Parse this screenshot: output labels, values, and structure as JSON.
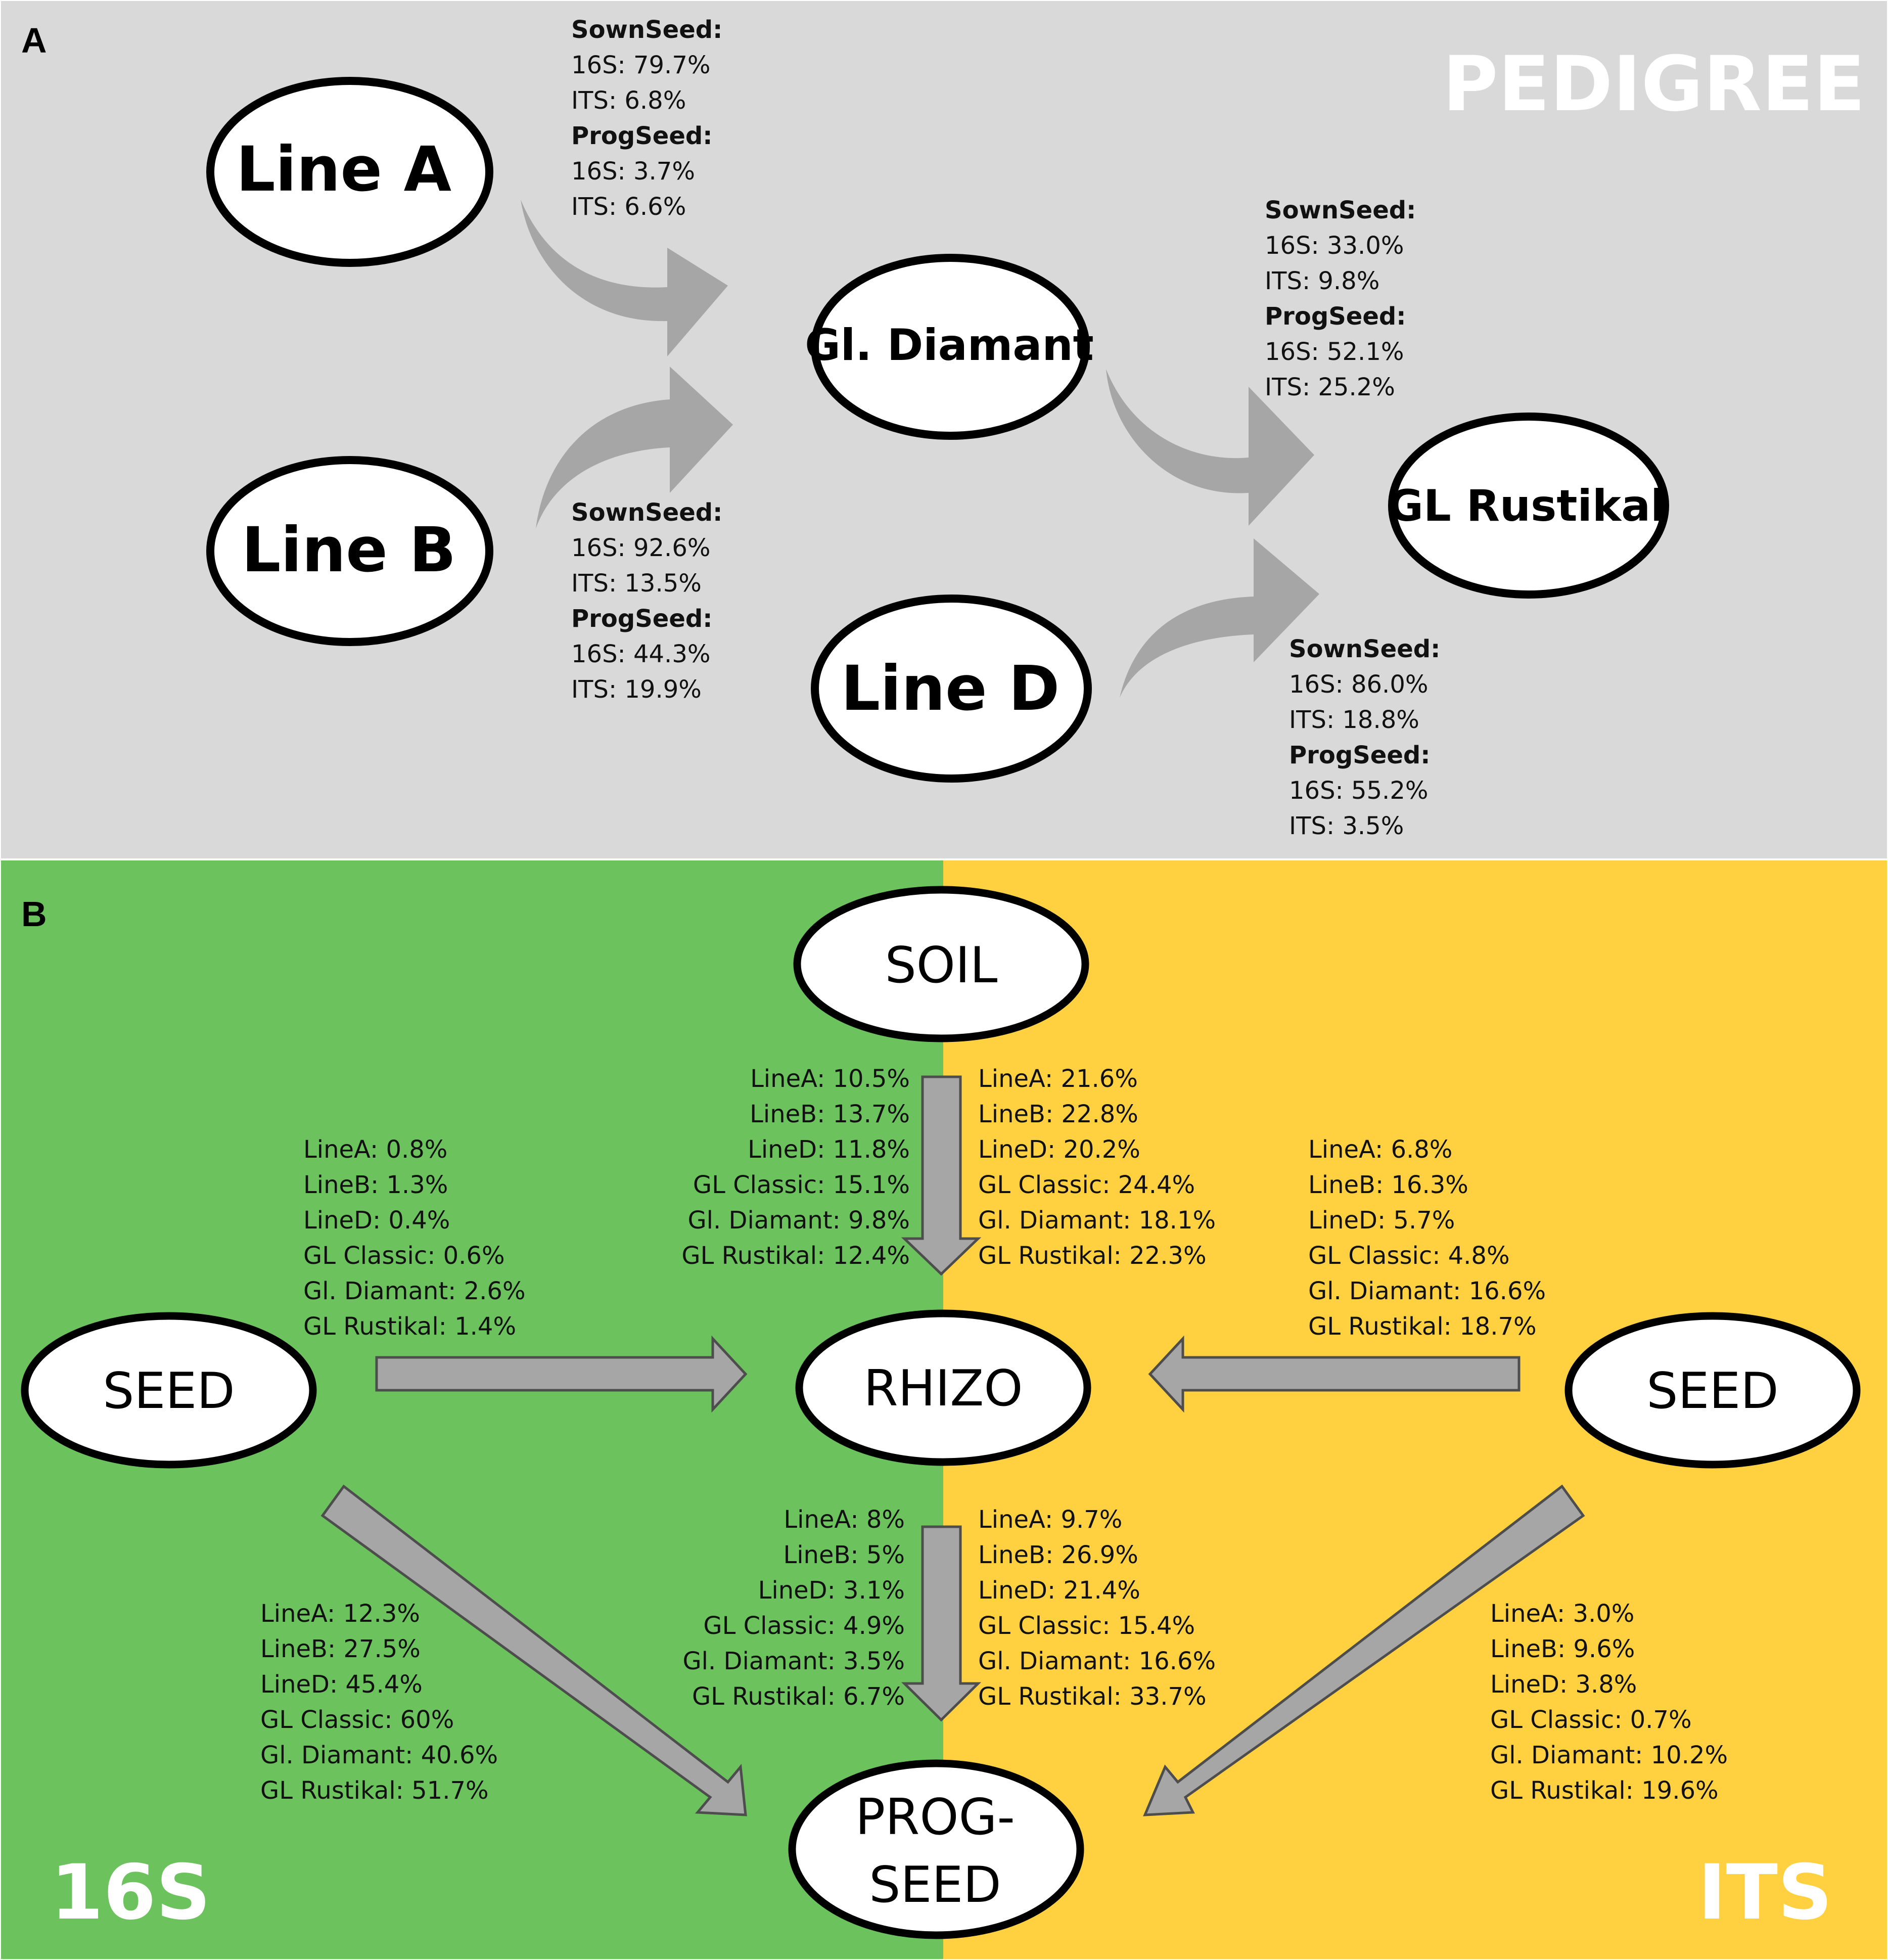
{
  "colors": {
    "panel_a_bg": "#d9d9d9",
    "green_bg": "#6cc35d",
    "yellow_bg": "#ffd141",
    "arrow_fill": "#a6a6a6",
    "node_fill": "#ffffff",
    "node_stroke": "#000000"
  },
  "panel_a": {
    "label": "A",
    "corner_title": "PEDIGREE",
    "nodes": {
      "line_a": "Line A",
      "line_b": "Line B",
      "gl_diamant": "Gl. Diamant",
      "line_d": "Line D",
      "gl_rustikal": "GL Rustikal"
    },
    "stats": {
      "line_a": {
        "sown_heading": "SownSeed:",
        "sown_16s": "16S: 79.7%",
        "sown_its": "ITS: 6.8%",
        "prog_heading": "ProgSeed:",
        "prog_16s": "16S: 3.7%",
        "prog_its": "ITS: 6.6%"
      },
      "line_b": {
        "sown_heading": "SownSeed:",
        "sown_16s": "16S: 92.6%",
        "sown_its": "ITS: 13.5%",
        "prog_heading": "ProgSeed:",
        "prog_16s": "16S: 44.3%",
        "prog_its": "ITS: 19.9%"
      },
      "gl_diamant": {
        "sown_heading": "SownSeed:",
        "sown_16s": "16S: 33.0%",
        "sown_its": "ITS: 9.8%",
        "prog_heading": "ProgSeed:",
        "prog_16s": "16S: 52.1%",
        "prog_its": "ITS: 25.2%"
      },
      "line_d": {
        "sown_heading": "SownSeed:",
        "sown_16s": "16S: 86.0%",
        "sown_its": "ITS: 18.8%",
        "prog_heading": "ProgSeed:",
        "prog_16s": "16S: 55.2%",
        "prog_its": "ITS: 3.5%"
      }
    }
  },
  "panel_b": {
    "label": "B",
    "corner_left": "16S",
    "corner_right": "ITS",
    "nodes": {
      "soil": "SOIL",
      "rhizo": "RHIZO",
      "seed_left": "SEED",
      "seed_right": "SEED",
      "progseed_line1": "PROG-",
      "progseed_line2": "SEED"
    },
    "soil_to_rhizo_16s": [
      "LineA: 10.5%",
      "LineB: 13.7%",
      "LineD: 11.8%",
      "GL Classic: 15.1%",
      "Gl. Diamant: 9.8%",
      "GL Rustikal: 12.4%"
    ],
    "soil_to_rhizo_its": [
      "LineA: 21.6%",
      "LineB: 22.8%",
      "LineD: 20.2%",
      "GL Classic: 24.4%",
      "Gl. Diamant: 18.1%",
      "GL Rustikal: 22.3%"
    ],
    "seed_to_rhizo_16s": [
      "LineA: 0.8%",
      "LineB: 1.3%",
      "LineD: 0.4%",
      "GL Classic: 0.6%",
      "Gl. Diamant: 2.6%",
      "GL Rustikal: 1.4%"
    ],
    "seed_to_rhizo_its": [
      "LineA: 6.8%",
      "LineB: 16.3%",
      "LineD: 5.7%",
      "GL Classic: 4.8%",
      "Gl. Diamant: 16.6%",
      "GL Rustikal: 18.7%"
    ],
    "rhizo_to_prog_16s": [
      "LineA: 8%",
      "LineB: 5%",
      "LineD: 3.1%",
      "GL Classic: 4.9%",
      "Gl. Diamant: 3.5%",
      "GL Rustikal: 6.7%"
    ],
    "rhizo_to_prog_its": [
      "LineA: 9.7%",
      "LineB: 26.9%",
      "LineD: 21.4%",
      "GL Classic: 15.4%",
      "Gl. Diamant: 16.6%",
      "GL Rustikal: 33.7%"
    ],
    "seed_to_prog_16s": [
      "LineA: 12.3%",
      "LineB: 27.5%",
      "LineD: 45.4%",
      "GL Classic: 60%",
      "Gl. Diamant: 40.6%",
      "GL Rustikal: 51.7%"
    ],
    "seed_to_prog_its": [
      "LineA: 3.0%",
      "LineB: 9.6%",
      "LineD: 3.8%",
      "GL Classic: 0.7%",
      "Gl. Diamant: 10.2%",
      "GL Rustikal: 19.6%"
    ]
  }
}
